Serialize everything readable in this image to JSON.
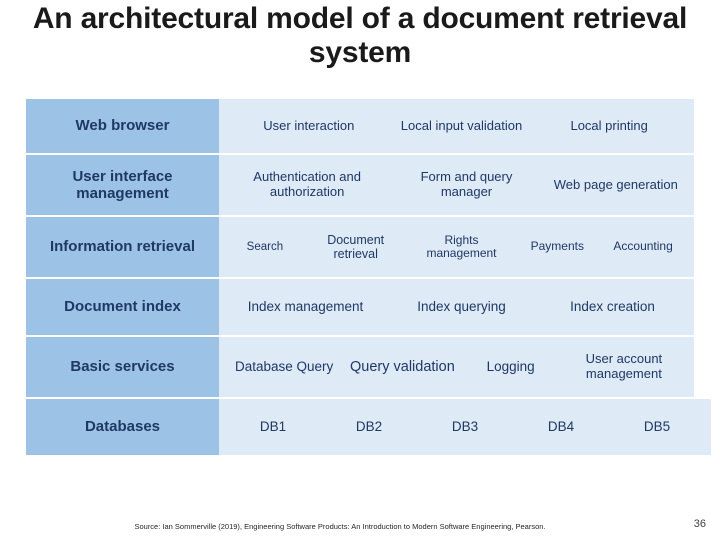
{
  "title": "An architectural model of a document retrieval system",
  "source": "Source: Ian Sommerville (2019), Engineering Software Products: An Introduction to Modern Software Engineering, Pearson.",
  "page_number": "36",
  "colors": {
    "layer_name_bg": "#9cc3e5",
    "layer_items_bg": "#deeaf6",
    "text": "#1f3864",
    "border": "#ffffff"
  },
  "diagram": {
    "type": "layered-architecture",
    "rows": [
      {
        "name": "Web browser",
        "name_font_size": 15,
        "height": 58,
        "items": [
          {
            "label": "User interaction",
            "font_size": 13,
            "width": 160
          },
          {
            "label": "Local input validation",
            "font_size": 13,
            "width": 130
          },
          {
            "label": "Local printing",
            "font_size": 13,
            "width": 150
          }
        ]
      },
      {
        "name": "User interface management",
        "name_font_size": 15,
        "height": 62,
        "items": [
          {
            "label": "Authentication and authorization",
            "font_size": 13,
            "width": 150
          },
          {
            "label": "Form and query manager",
            "font_size": 13,
            "width": 140
          },
          {
            "label": "Web page generation",
            "font_size": 13,
            "width": 130
          }
        ]
      },
      {
        "name": "Information retrieval",
        "name_font_size": 15,
        "height": 62,
        "items": [
          {
            "label": "Search",
            "font_size": 11.5,
            "width": 70
          },
          {
            "label": "Document retrieval",
            "font_size": 12.5,
            "width": 92
          },
          {
            "label": "Rights management",
            "font_size": 12,
            "width": 100
          },
          {
            "label": "Payments",
            "font_size": 12,
            "width": 72
          },
          {
            "label": "Accounting",
            "font_size": 12,
            "width": 80
          }
        ]
      },
      {
        "name": "Document index",
        "name_font_size": 15,
        "height": 58,
        "items": [
          {
            "label": "Index management",
            "font_size": 13.5,
            "width": 150
          },
          {
            "label": "Index querying",
            "font_size": 13.5,
            "width": 140
          },
          {
            "label": "Index creation",
            "font_size": 13.5,
            "width": 140
          }
        ]
      },
      {
        "name": "Basic services",
        "name_font_size": 15,
        "height": 62,
        "items": [
          {
            "label": "Database Query",
            "font_size": 13.5,
            "width": 110
          },
          {
            "label": "Query validation",
            "font_size": 14.5,
            "width": 110
          },
          {
            "label": "Logging",
            "font_size": 13.5,
            "width": 90
          },
          {
            "label": "User account management",
            "font_size": 13,
            "width": 120
          }
        ]
      },
      {
        "name": "Databases",
        "name_font_size": 15,
        "height": 58,
        "items": [
          {
            "label": "DB1",
            "font_size": 13.5,
            "width": 90
          },
          {
            "label": "DB2",
            "font_size": 13.5,
            "width": 90
          },
          {
            "label": "DB3",
            "font_size": 13.5,
            "width": 90
          },
          {
            "label": "DB4",
            "font_size": 13.5,
            "width": 90
          },
          {
            "label": "DB5",
            "font_size": 13.5,
            "width": 90
          }
        ]
      }
    ]
  }
}
